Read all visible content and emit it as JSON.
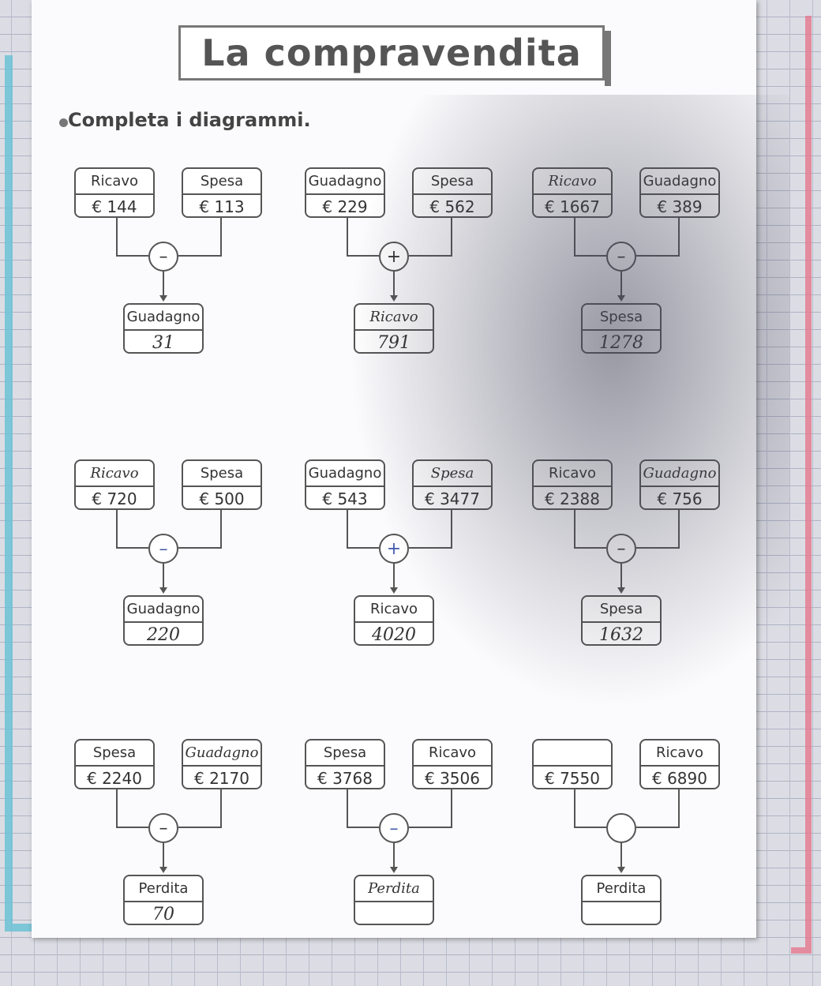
{
  "page": {
    "title": "La compravendita",
    "instruction": "Completa i diagrammi."
  },
  "diagrams": [
    {
      "left": {
        "label": "Ricavo",
        "value": "€ 144"
      },
      "right": {
        "label": "Spesa",
        "value": "€ 113"
      },
      "operator": "–",
      "result": {
        "label": "Guadagno",
        "value": "31"
      }
    },
    {
      "left": {
        "label": "Guadagno",
        "value": "€ 229"
      },
      "right": {
        "label": "Spesa",
        "value": "€ 562"
      },
      "operator": "+",
      "result": {
        "label": "Ricavo",
        "value": "791"
      }
    },
    {
      "left": {
        "label": "Ricavo",
        "value": "€ 1667"
      },
      "right": {
        "label": "Guadagno",
        "value": "€ 389"
      },
      "operator": "–",
      "result": {
        "label": "Spesa",
        "value": "1278"
      }
    },
    {
      "left": {
        "label": "Ricavo",
        "value": "€ 720"
      },
      "right": {
        "label": "Spesa",
        "value": "€ 500"
      },
      "operator": "–",
      "result": {
        "label": "Guadagno",
        "value": "220"
      }
    },
    {
      "left": {
        "label": "Guadagno",
        "value": "€ 543"
      },
      "right": {
        "label": "Spesa",
        "value": "€ 3477"
      },
      "operator": "+",
      "result": {
        "label": "Ricavo",
        "value": "4020"
      }
    },
    {
      "left": {
        "label": "Ricavo",
        "value": "€ 2388"
      },
      "right": {
        "label": "Guadagno",
        "value": "€ 756"
      },
      "operator": "–",
      "result": {
        "label": "Spesa",
        "value": "1632"
      }
    },
    {
      "left": {
        "label": "Spesa",
        "value": "€ 2240"
      },
      "right": {
        "label": "Guadagno",
        "value": "€ 2170"
      },
      "operator": "–",
      "result": {
        "label": "Perdita",
        "value": "70"
      }
    },
    {
      "left": {
        "label": "Spesa",
        "value": "€ 3768"
      },
      "right": {
        "label": "Ricavo",
        "value": "€ 3506"
      },
      "operator": "–",
      "result": {
        "label": "Perdita",
        "value": ""
      }
    },
    {
      "left": {
        "label": "",
        "value": "€ 7550"
      },
      "right": {
        "label": "Ricavo",
        "value": "€ 6890"
      },
      "operator": "",
      "result": {
        "label": "Perdita",
        "value": ""
      }
    }
  ]
}
